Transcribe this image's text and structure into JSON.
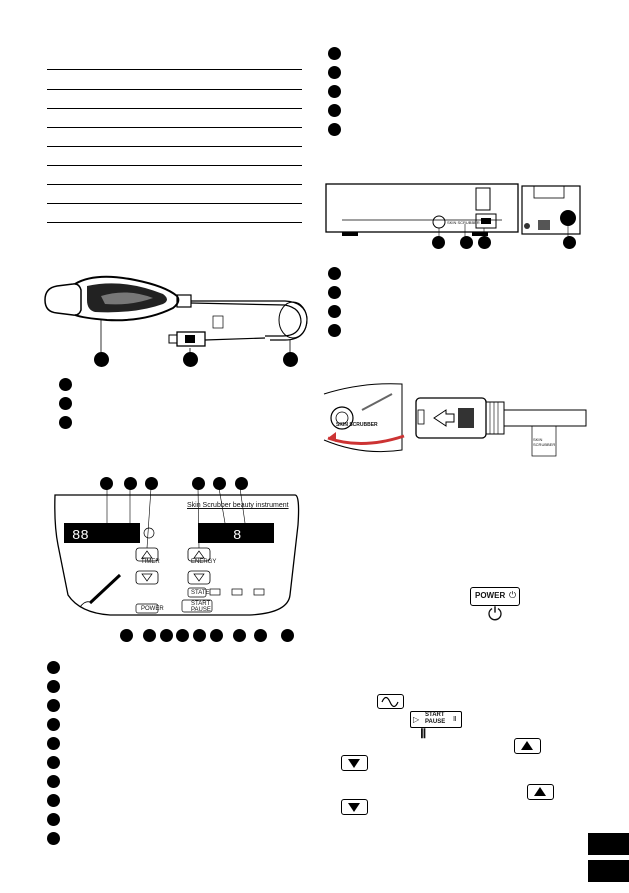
{
  "panel": {
    "brand_line": "Skin Scrubber beauty instrument",
    "buttons": {
      "timer": "TIMER",
      "energy": "ENERGY",
      "state": "STATE",
      "power": "POWER",
      "start": "START",
      "pause": "PAUSE"
    }
  },
  "connector": {
    "label": "SKIN SCRUBBER",
    "cable_label": "SKIN SCRUBBER"
  },
  "rear_panel": {
    "label": "SKIN SCRUBBER"
  },
  "icons": {
    "power_button_label": "POWER",
    "start_pause_top": "START",
    "start_pause_bottom": "PAUSE"
  }
}
